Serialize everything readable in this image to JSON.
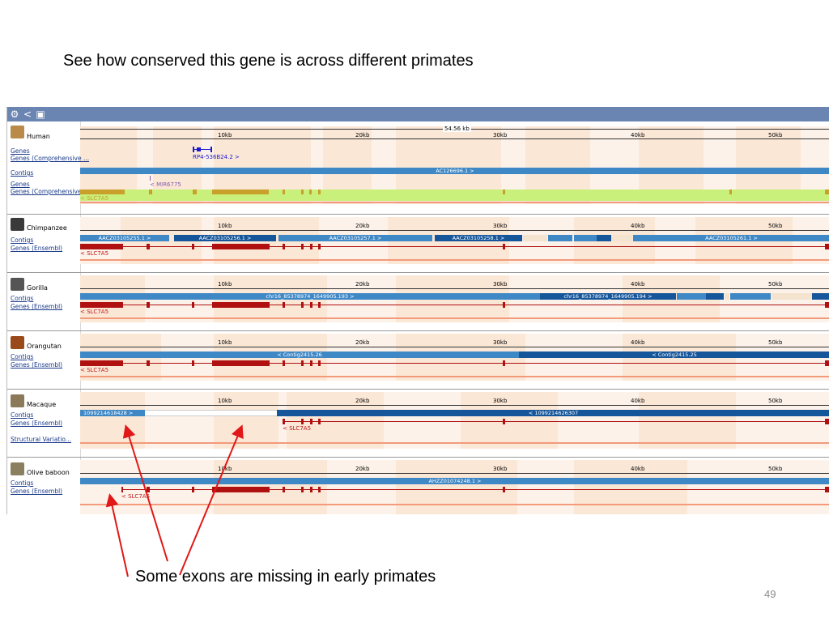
{
  "slide": {
    "title": "See how conserved this gene is across different primates",
    "caption": "Some exons are missing in early primates",
    "page_number": "49"
  },
  "toolbar": {
    "settings_icon": "gear-icon",
    "share_icon": "share-icon",
    "image_icon": "image-icon"
  },
  "ruler": {
    "total": "54.56 kb",
    "ticks": [
      "10kb",
      "20kb",
      "30kb",
      "40kb",
      "50kb"
    ]
  },
  "species": [
    {
      "name": "Human",
      "tracks": [
        "Genes (Comprehensive ...",
        "Contigs",
        "Genes (Comprehensive ..."
      ]
    },
    {
      "name": "Chimpanzee",
      "tracks": [
        "Contigs",
        "Genes (Ensembl)"
      ]
    },
    {
      "name": "Gorilla",
      "tracks": [
        "Contigs",
        "Genes (Ensembl)"
      ]
    },
    {
      "name": "Orangutan",
      "tracks": [
        "Contigs",
        "Genes (Ensembl)"
      ]
    },
    {
      "name": "Macaque",
      "tracks": [
        "Contigs",
        "Genes (Ensembl)",
        "Structural Variatio..."
      ]
    },
    {
      "name": "Olive baboon",
      "tracks": [
        "Contigs",
        "Genes (Ensembl)"
      ]
    }
  ],
  "human": {
    "gene1": "RP4-536B24.2 >",
    "contig": "AC126696.1 >",
    "mirna": "< MIR6775",
    "gene_main": "< SLC7A5"
  },
  "chimp": {
    "contigs": [
      "AACZ03105255.1 >",
      "AACZ03105256.1 >",
      "AACZ03105257.1 >",
      "AACZ03105258.1 >",
      "AACZ03105261.1 >"
    ],
    "gene": "< SLC7A5"
  },
  "gorilla": {
    "contigs": [
      "chr16_85378974_1649905.193 >",
      "chr16_85378974_1649905.194 >"
    ],
    "gene": "< SLC7A5"
  },
  "orangutan": {
    "contigs": [
      "< Contig2415.26",
      "< Contig2415.25"
    ],
    "gene": "< SLC7A5"
  },
  "macaque": {
    "contigs": [
      "1099214618428 >",
      "< 1099214626307"
    ],
    "gene": "< SLC7A5"
  },
  "baboon": {
    "contigs": [
      "AHZZ01074248.1 >"
    ],
    "gene": "< SLC7A5"
  },
  "colors": {
    "toolbar": "#6b85b3",
    "contig_light": "#3f88c6",
    "contig_dark": "#15569b",
    "gene": "#b01010",
    "annotation_arrow": "#e01818"
  }
}
